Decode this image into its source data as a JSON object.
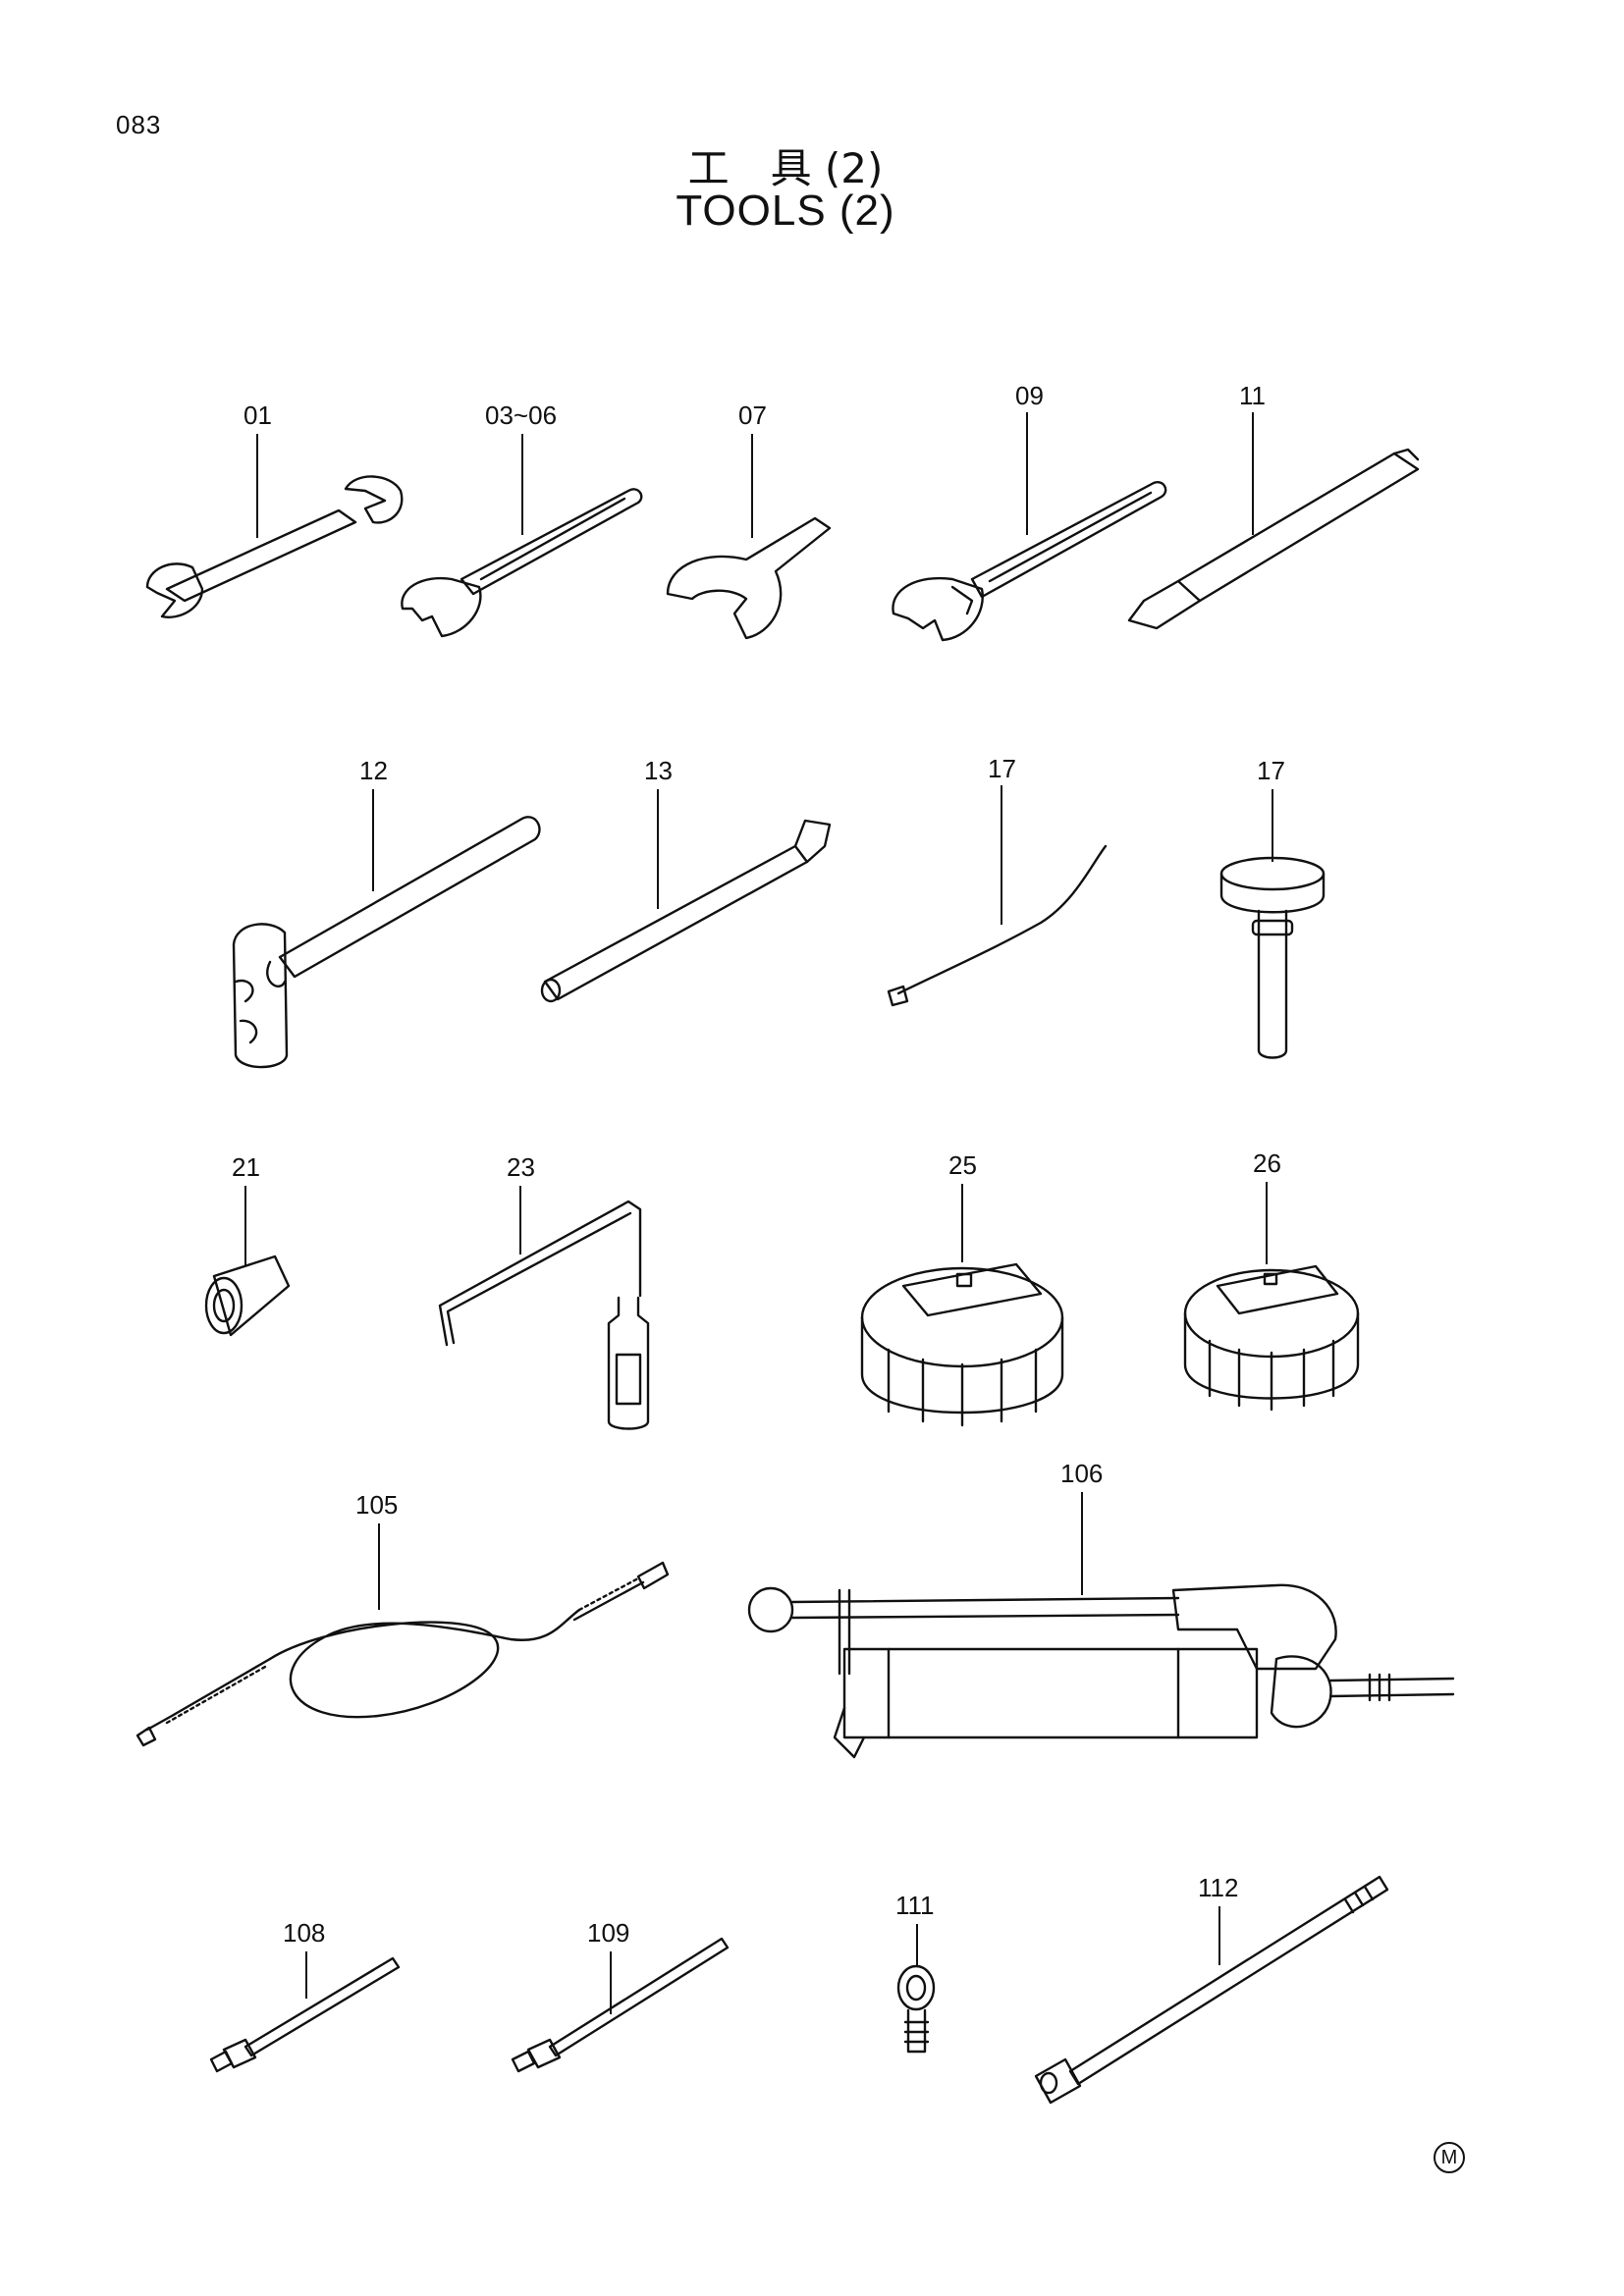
{
  "page_number": "083",
  "title_jp": "工　具 (2)",
  "title_en": "TOOLS (2)",
  "mark": "M",
  "callouts": {
    "c01": "01",
    "c0306": "03~06",
    "c07": "07",
    "c09": "09",
    "c11": "11",
    "c12": "12",
    "c13": "13",
    "c17a": "17",
    "c17b": "17",
    "c21": "21",
    "c23": "23",
    "c25": "25",
    "c26": "26",
    "c105": "105",
    "c106": "106",
    "c108": "108",
    "c109": "109",
    "c111": "111",
    "c112": "112"
  }
}
